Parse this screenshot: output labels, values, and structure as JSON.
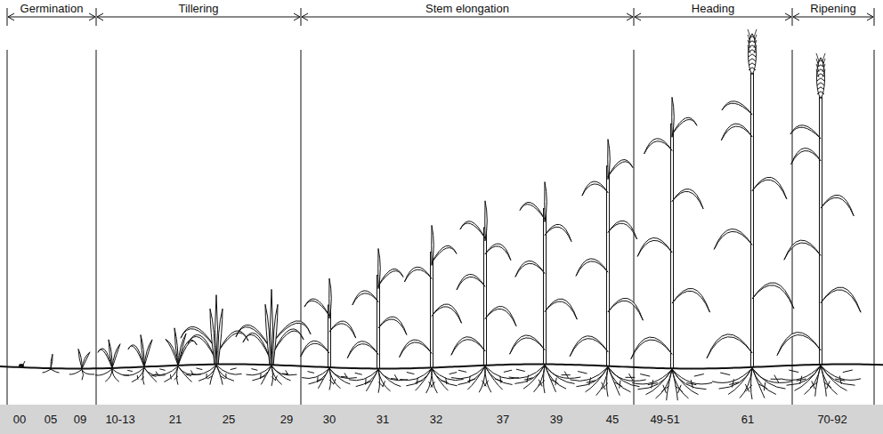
{
  "diagram": {
    "labels": [
      "Germination",
      "Tillering",
      "Stem elongation",
      "Heading",
      "Ripening",
      "00",
      "05",
      "09",
      "10-13",
      "21",
      "25",
      "29",
      "30",
      "31",
      "32",
      "37",
      "39",
      "45",
      "49-51",
      "61",
      "70-92"
    ]
  }
}
